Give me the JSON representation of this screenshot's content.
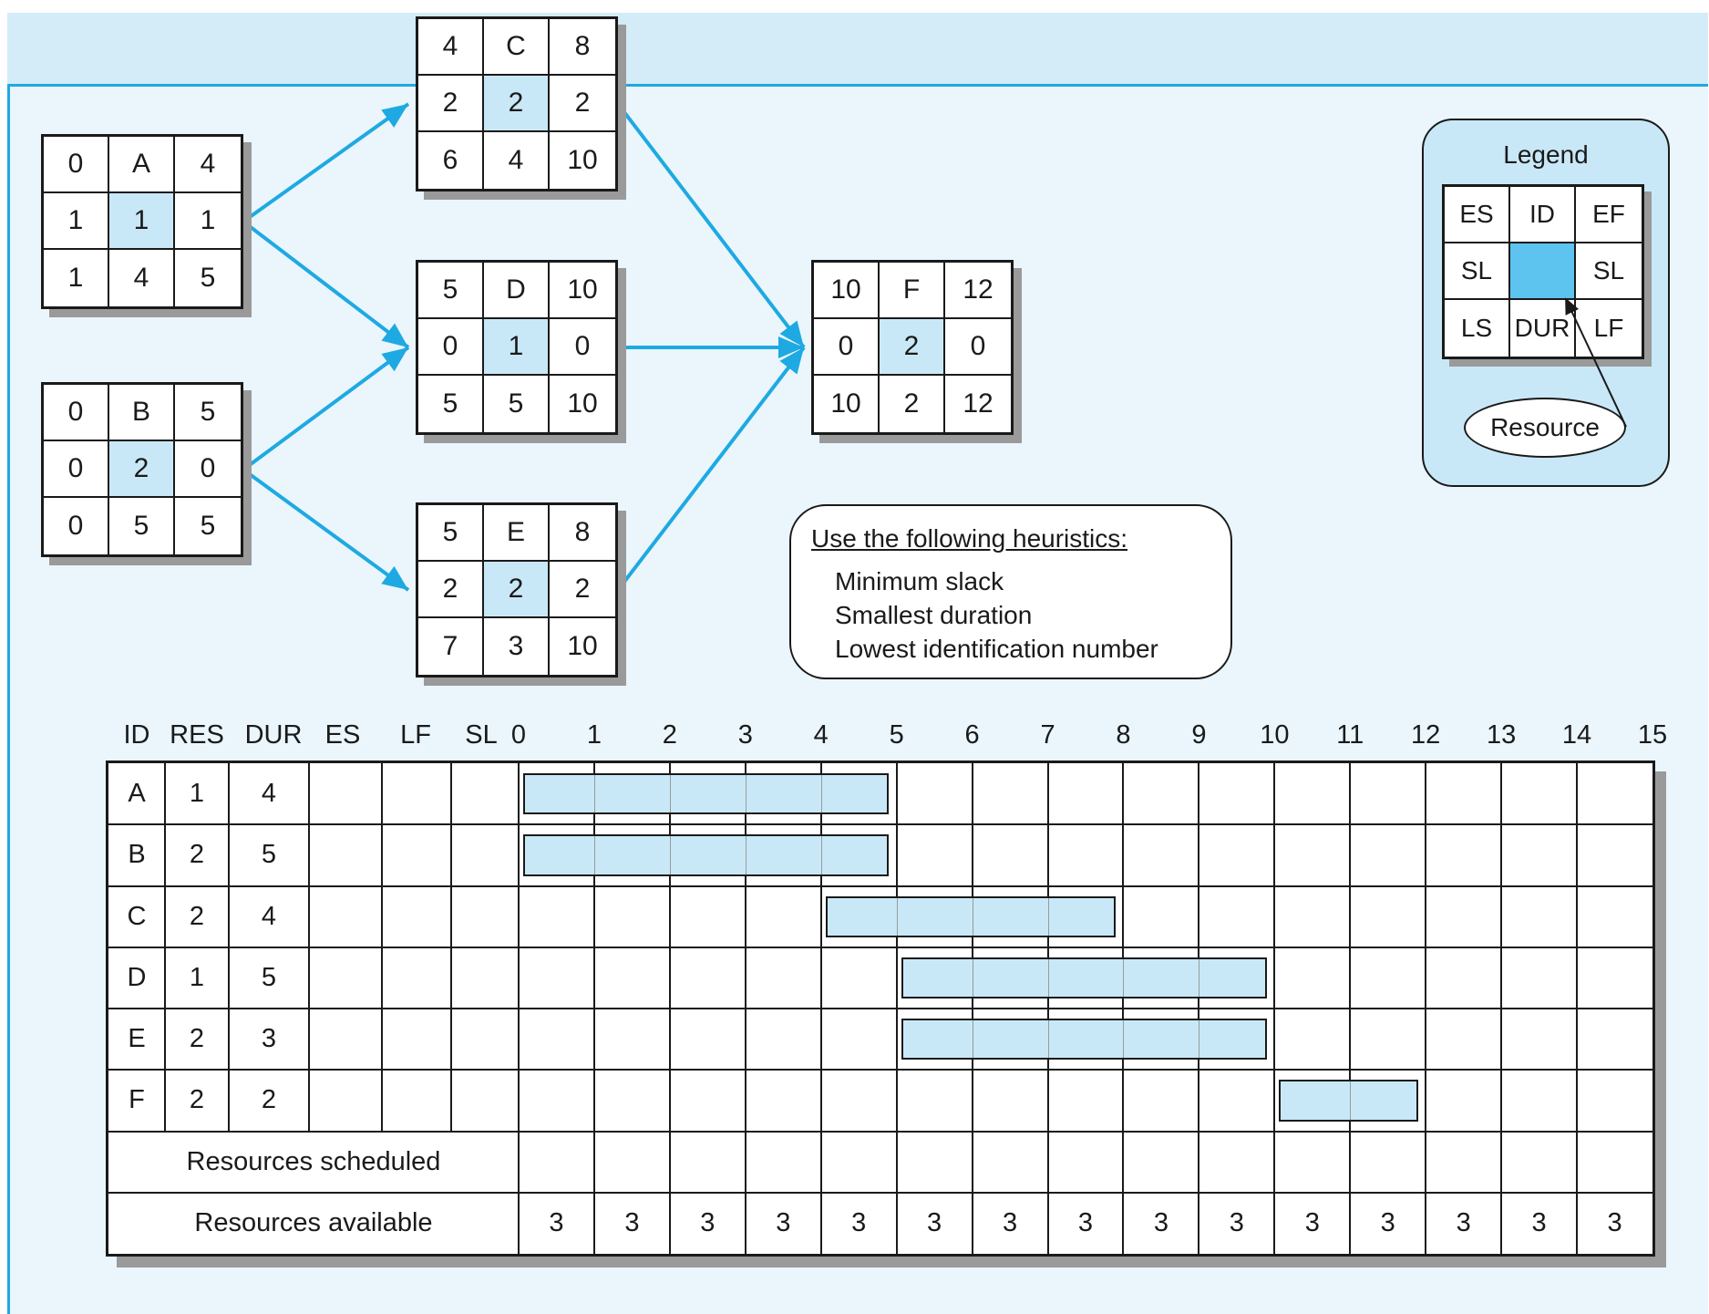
{
  "colors": {
    "frame": "#d3ecf8",
    "panel": "#eaf6fc",
    "accent": "#1fa9e2",
    "resource_cell": "#c9e8f7"
  },
  "network": {
    "nodes": [
      {
        "id": "A",
        "es": "0",
        "ef": "4",
        "sl_left": "1",
        "resource": "1",
        "sl_right": "1",
        "ls": "1",
        "dur": "4",
        "lf": "5"
      },
      {
        "id": "B",
        "es": "0",
        "ef": "5",
        "sl_left": "0",
        "resource": "2",
        "sl_right": "0",
        "ls": "0",
        "dur": "5",
        "lf": "5"
      },
      {
        "id": "C",
        "es": "4",
        "ef": "8",
        "sl_left": "2",
        "resource": "2",
        "sl_right": "2",
        "ls": "6",
        "dur": "4",
        "lf": "10"
      },
      {
        "id": "D",
        "es": "5",
        "ef": "10",
        "sl_left": "0",
        "resource": "1",
        "sl_right": "0",
        "ls": "5",
        "dur": "5",
        "lf": "10"
      },
      {
        "id": "E",
        "es": "5",
        "ef": "8",
        "sl_left": "2",
        "resource": "2",
        "sl_right": "2",
        "ls": "7",
        "dur": "3",
        "lf": "10"
      },
      {
        "id": "F",
        "es": "10",
        "ef": "12",
        "sl_left": "0",
        "resource": "2",
        "sl_right": "0",
        "ls": "10",
        "dur": "2",
        "lf": "12"
      }
    ],
    "edges": [
      [
        "A",
        "C"
      ],
      [
        "A",
        "D"
      ],
      [
        "B",
        "D"
      ],
      [
        "B",
        "E"
      ],
      [
        "C",
        "F"
      ],
      [
        "D",
        "F"
      ],
      [
        "E",
        "F"
      ]
    ]
  },
  "legend": {
    "title": "Legend",
    "cells": [
      "ES",
      "ID",
      "EF",
      "SL",
      "",
      "SL",
      "LS",
      "DUR",
      "LF"
    ],
    "resource_label": "Resource"
  },
  "heuristics": {
    "title": "Use the following heuristics:",
    "items": [
      "Minimum slack",
      "Smallest duration",
      "Lowest identification number"
    ]
  },
  "schedule": {
    "columns": [
      "ID",
      "RES",
      "DUR",
      "ES",
      "LF",
      "SL"
    ],
    "time_labels": [
      "0",
      "1",
      "2",
      "3",
      "4",
      "5",
      "6",
      "7",
      "8",
      "9",
      "10",
      "11",
      "12",
      "13",
      "14",
      "15"
    ],
    "rows": [
      {
        "id": "A",
        "res": "1",
        "dur": "4",
        "es": "",
        "lf": "",
        "sl": "",
        "bar_start": 0,
        "bar_end": 4.9
      },
      {
        "id": "B",
        "res": "2",
        "dur": "5",
        "es": "",
        "lf": "",
        "sl": "",
        "bar_start": 0,
        "bar_end": 4.9
      },
      {
        "id": "C",
        "res": "2",
        "dur": "4",
        "es": "",
        "lf": "",
        "sl": "",
        "bar_start": 4,
        "bar_end": 7.9
      },
      {
        "id": "D",
        "res": "1",
        "dur": "5",
        "es": "",
        "lf": "",
        "sl": "",
        "bar_start": 5,
        "bar_end": 9.9
      },
      {
        "id": "E",
        "res": "2",
        "dur": "3",
        "es": "",
        "lf": "",
        "sl": "",
        "bar_start": 5,
        "bar_end": 9.9
      },
      {
        "id": "F",
        "res": "2",
        "dur": "2",
        "es": "",
        "lf": "",
        "sl": "",
        "bar_start": 10,
        "bar_end": 11.9
      }
    ],
    "resources_scheduled_label": "Resources scheduled",
    "resources_scheduled": [
      "",
      "",
      "",
      "",
      "",
      "",
      "",
      "",
      "",
      "",
      "",
      "",
      "",
      "",
      ""
    ],
    "resources_available_label": "Resources available",
    "resources_available": [
      "3",
      "3",
      "3",
      "3",
      "3",
      "3",
      "3",
      "3",
      "3",
      "3",
      "3",
      "3",
      "3",
      "3",
      "3"
    ]
  }
}
